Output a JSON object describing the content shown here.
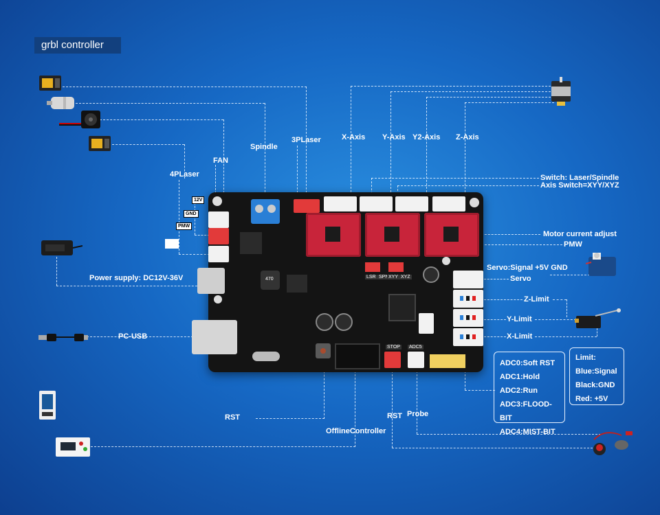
{
  "title": "grbl controller",
  "labels": {
    "spindle": "Spindle",
    "laser3p": "3PLaser",
    "fan": "FAN",
    "laser4p": "4PLaser",
    "x_axis": "X-Axis",
    "y_axis": "Y-Axis",
    "y2_axis": "Y2-Axis",
    "z_axis": "Z-Axis",
    "switch_laser": "Switch: Laser/Spindle",
    "axis_switch": "Axis Switch=XYY/XYZ",
    "motor_current": "Motor current adjust",
    "pmw": "PMW",
    "servo_signal": "Servo:Signal  +5V  GND",
    "servo": "Servo",
    "z_limit": "Z-Limit",
    "y_limit": "Y-Limit",
    "x_limit": "X-Limit",
    "power_supply": "Power supply: DC12V-36V",
    "pc_usb": "PC-USB",
    "rst_left": "RST",
    "offline_controller": "OfflineController",
    "rst_right": "RST",
    "probe": "Probe"
  },
  "pin_labels": {
    "v12": "12V",
    "gnd": "GND",
    "pmw": "PMW"
  },
  "board_labels": {
    "stop": "STOP",
    "adc5": "ADC5",
    "lsr": "LSR",
    "spn": "SPN",
    "xyy": "XYY",
    "xyz": "XYZ",
    "inductor": "470"
  },
  "adc": [
    "ADC0:Soft RST",
    "ADC1:Hold",
    "ADC2:Run",
    "ADC3:FLOOD-BIT",
    "ADC4:MIST-BIT"
  ],
  "limit_info": [
    "Limit:",
    "Blue:Signal",
    "Black:GND",
    "Red:  +5V"
  ],
  "colors": {
    "pcb": "#141414",
    "driver": "#c8243a",
    "header_white": "#f2f2f2",
    "header_red": "#e23a3a",
    "terminal_blue": "#2a7fd6"
  }
}
